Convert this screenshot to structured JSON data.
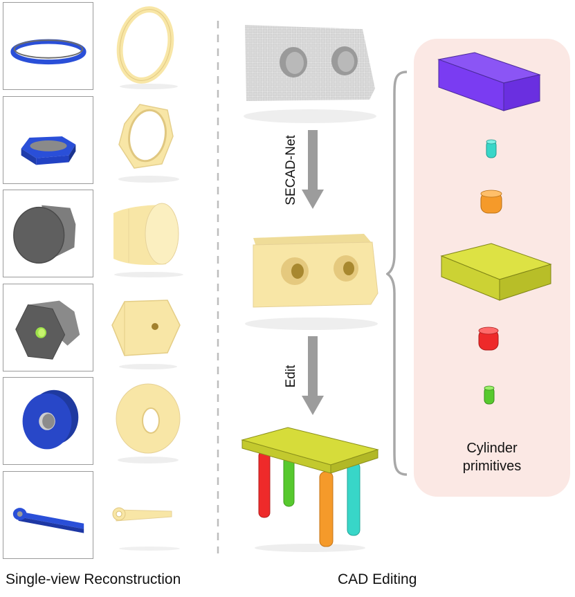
{
  "captions": {
    "left": "Single-view Reconstruction",
    "right": "CAD Editing"
  },
  "arrows": {
    "top_label": "SECAD-Net",
    "bottom_label": "Edit"
  },
  "panel": {
    "line1": "Cylinder",
    "line2": "primitives"
  },
  "colors": {
    "input_blue": "#2a4fd8",
    "input_gray": "#5f5f5f",
    "reconstruction": "#f8e6a6",
    "box_purple": "#7a3cf2",
    "box_olive": "#d6dc3a",
    "cyan": "#38d6c8",
    "orange": "#f59a2a",
    "red": "#ee2a2a",
    "green": "#57c92e",
    "panel_bg": "#fbe8e4",
    "arrow_gray": "#9c9c9c"
  }
}
